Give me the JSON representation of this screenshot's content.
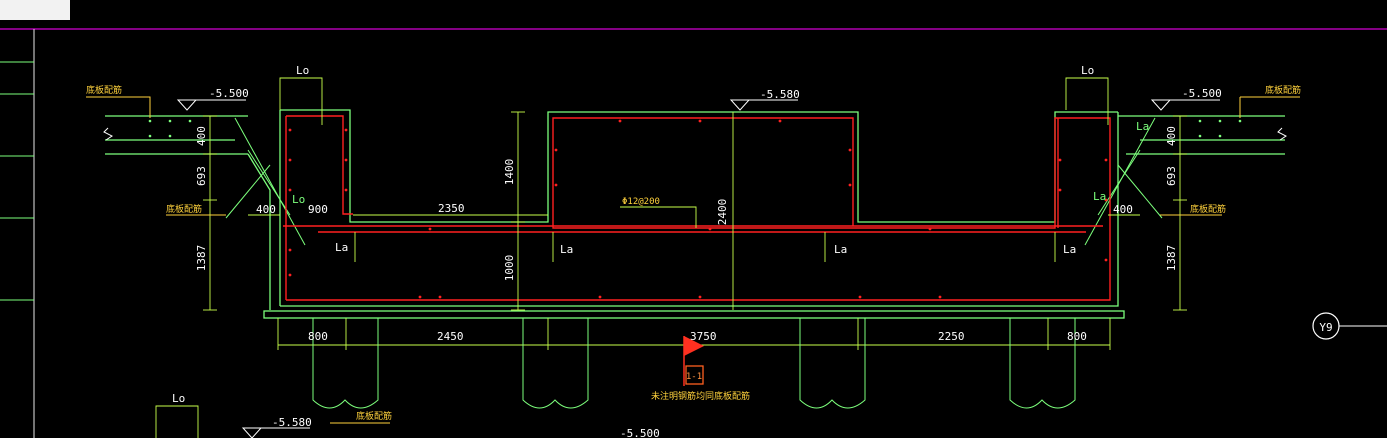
{
  "colors": {
    "background": "#000000",
    "rebar": "#ff2020",
    "concrete": "#7cff7c",
    "dimension": "#ffffff",
    "dim_line": "#c8ff4a",
    "note": "#ffd23c",
    "border": "#b000b0",
    "flag": "#ff3020"
  },
  "labels": {
    "lap": "La",
    "lap_alt": "Lo",
    "elev_left": "-5.500",
    "elev_mid": "-5.580",
    "elev_right": "-5.500",
    "elev_bottom_left": "-5.580",
    "elev_bottom_mid": "-5.500",
    "note_slab_left": "底板配筋",
    "note_slab_right": "底板配筋",
    "note_slab_left_low": "底板配筋",
    "note_slab_right_low": "底板配筋",
    "note_slab_bottom": "底板配筋",
    "rebar_spec": "Φ12@200",
    "flag_tag": "1-1",
    "flag_note": "未注明钢筋均同底板配筋",
    "axis_bubble": "Y9"
  },
  "dims": {
    "d400a": "400",
    "d693": "693",
    "d1387": "1387",
    "d400b": "400",
    "d900": "900",
    "d2350": "2350",
    "d1400": "1400",
    "d1000": "1000",
    "d2400": "2400",
    "d400c": "400",
    "d693r": "693",
    "d1387r": "1387",
    "d400r": "400",
    "b800l": "800",
    "b2450": "2450",
    "b3750": "3750",
    "b2250": "2250",
    "b800r": "800"
  }
}
